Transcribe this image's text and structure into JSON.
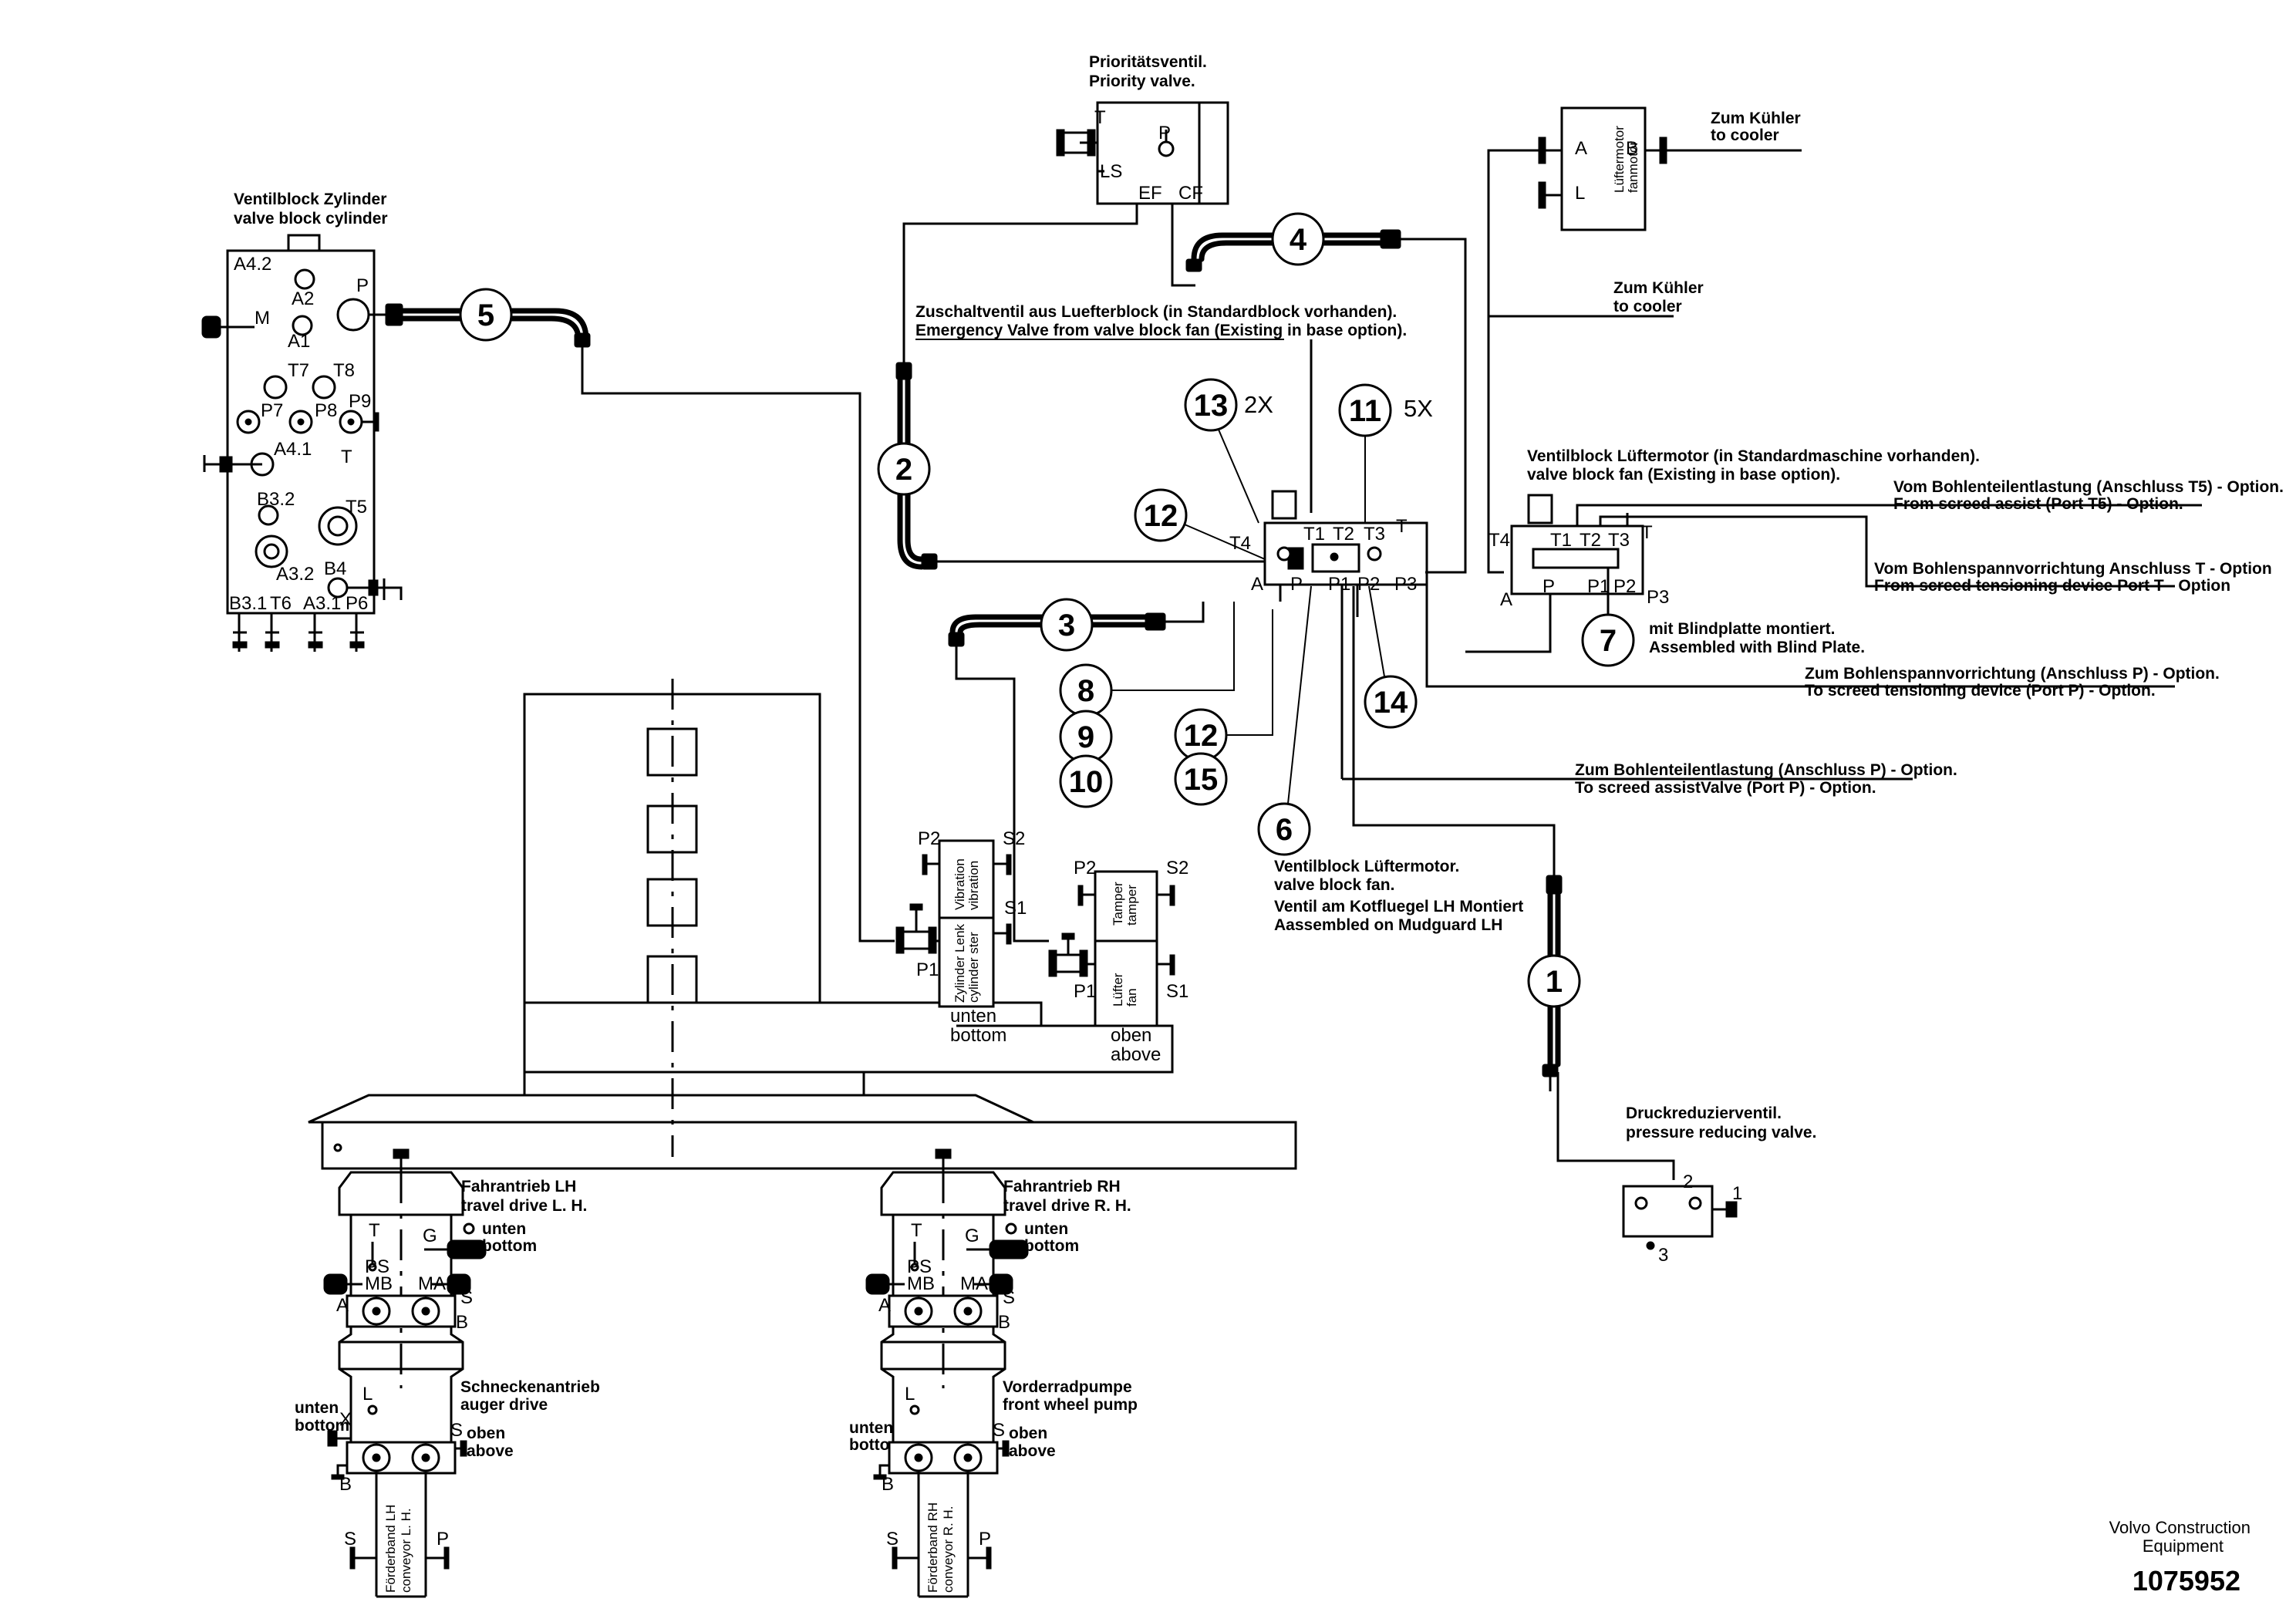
{
  "labels": {
    "priority_valve": [
      "Prioritätsventil.",
      "Priority valve."
    ],
    "valve_block_cylinder": [
      "Ventilblock Zylinder",
      "valve block cylinder"
    ],
    "fan_motor_box": [
      "Lüftermotor",
      "fanmotor"
    ],
    "to_cooler_1": [
      "Zum Kühler",
      "to cooler"
    ],
    "to_cooler_2": [
      "Zum Kühler",
      "to cooler"
    ],
    "emergency_valve": [
      "Zuschaltventil aus Luefterblock (in Standardblock vorhanden).",
      "Emergency Valve from valve block fan (Existing in base option)."
    ],
    "valve_block_fan_std": [
      "Ventilblock Lüftermotor (in Standardmaschine vorhanden).",
      "valve block fan (Existing in base option)."
    ],
    "screed_assist_t5": [
      "Vom Bohlenteilentlastung (Anschluss T5) - Option.",
      "From screed assist (Port T5) - Option."
    ],
    "screed_tension_t": [
      "Vom Bohlenspannvorrichtung Anschluss T - Option",
      "From screed tensioning device Port T - Option"
    ],
    "blind_plate": [
      "mit Blindplatte montiert.",
      "Assembled with Blind Plate."
    ],
    "screed_tension_p": [
      "Zum Bohlenspannvorrichtung (Anschluss P) - Option.",
      "To screed tensioning device (Port P) - Option."
    ],
    "screed_assist_p": [
      "Zum Bohlenteilentlastung (Anschluss P) - Option.",
      "To screed assistValve (Port P) - Option."
    ],
    "valve_block_fan": [
      "Ventilblock Lüftermotor.",
      "valve block fan."
    ],
    "mudguard": [
      "Ventil am Kotfluegel LH Montiert",
      "Aassembled on Mudguard LH"
    ],
    "pressure_reducing": [
      "Druckreduzierventil.",
      "pressure reducing valve."
    ],
    "travel_lh": [
      "Fahrantrieb LH",
      "travel drive L. H."
    ],
    "travel_rh": [
      "Fahrantrieb RH",
      "travel drive R. H."
    ],
    "auger_drive": [
      "Schneckenantrieb",
      "auger drive"
    ],
    "front_wheel_pump": [
      "Vorderradpumpe",
      "front wheel pump"
    ],
    "conveyor_lh": [
      "Förderband LH",
      "conveyor L. H."
    ],
    "conveyor_rh": [
      "Förderband RH",
      "conveyor R. H."
    ],
    "vibration": [
      "Vibration",
      "vibration"
    ],
    "cylinder_steering": [
      "Zylinder Lenk",
      "cylinder ster"
    ],
    "tamper": [
      "Tamper",
      "tamper"
    ],
    "fan": [
      "Lüfter",
      "fan"
    ],
    "unten_bottom": [
      "unten",
      "bottom"
    ],
    "oben_above": [
      "oben",
      "above"
    ]
  },
  "bubbles": {
    "b1": "1",
    "b2": "2",
    "b3": "3",
    "b4": "4",
    "b5": "5",
    "b6": "6",
    "b7": "7",
    "b8": "8",
    "b9": "9",
    "b10": "10",
    "b11": "11",
    "b12a": "12",
    "b12b": "12",
    "b13": "13",
    "b14": "14",
    "b15": "15"
  },
  "quantities": {
    "q13": "2X",
    "q11": "5X"
  },
  "ports": {
    "p_t": "T",
    "p_p": "P",
    "p_ls": "LS",
    "p_ef": "EF",
    "p_cf": "CF",
    "fm_a": "A",
    "fm_b": "B",
    "fm_l": "L",
    "vb_a42": "A4.2",
    "vb_a2": "A2",
    "vb_p": "P",
    "vb_m": "M",
    "vb_a1": "A1",
    "vb_t7": "T7",
    "vb_t8": "T8",
    "vb_p7": "P7",
    "vb_p8": "P8",
    "vb_p9": "P9",
    "vb_a41": "A4.1",
    "vb_t": "T",
    "vb_b32": "B3.2",
    "vb_t5": "T5",
    "vb_a32": "A3.2",
    "vb_b4": "B4",
    "vb_b31": "B3.1",
    "vb_t6": "T6",
    "vb_a31": "A3.1",
    "vb_p6": "P6",
    "mf_t4": "T4",
    "mf_t1": "T1",
    "mf_t2": "T2",
    "mf_t3": "T3",
    "mf_t": "T",
    "mf_a": "A",
    "mf_p": "P",
    "mf_p1": "P1",
    "mf_p2": "P2",
    "mf_p3": "P3",
    "fb_t4": "T4",
    "fb_t1": "T1",
    "fb_t2": "T2",
    "fb_t3": "T3",
    "fb_t": "T",
    "fb_a": "A",
    "fb_p": "P",
    "fb_p1": "P1",
    "fb_p2": "P2",
    "fb_p3": "P3",
    "vib_p2": "P2",
    "vib_s2": "S2",
    "vib_s1": "S1",
    "vib_p1": "P1",
    "tam_p2": "P2",
    "tam_s2": "S2",
    "tam_p1": "P1",
    "tam_s1": "S1",
    "pr_2": "2",
    "pr_1": "1",
    "pr_3": "3",
    "tl_t": "T",
    "tl_g": "G",
    "tl_ps": "PS",
    "tl_mb": "MB",
    "tl_ma": "MA",
    "tl_a": "A",
    "tl_s": "S",
    "tl_b": "B",
    "tl_l": "L",
    "tl_x": "X",
    "tl_s2": "S",
    "tl_b2": "B",
    "tl_cs": "S",
    "tl_cp": "P",
    "tr_t": "T",
    "tr_g": "G",
    "tr_ps": "PS",
    "tr_mb": "MB",
    "tr_ma": "MA",
    "tr_a": "A",
    "tr_s": "S",
    "tr_b": "B",
    "tr_l": "L",
    "tr_s2": "S",
    "tr_b2": "B",
    "tr_cs": "S",
    "tr_cp": "P"
  },
  "footer": {
    "brand_line1": "Volvo Construction",
    "brand_line2": "Equipment",
    "doc_number": "1075952"
  }
}
